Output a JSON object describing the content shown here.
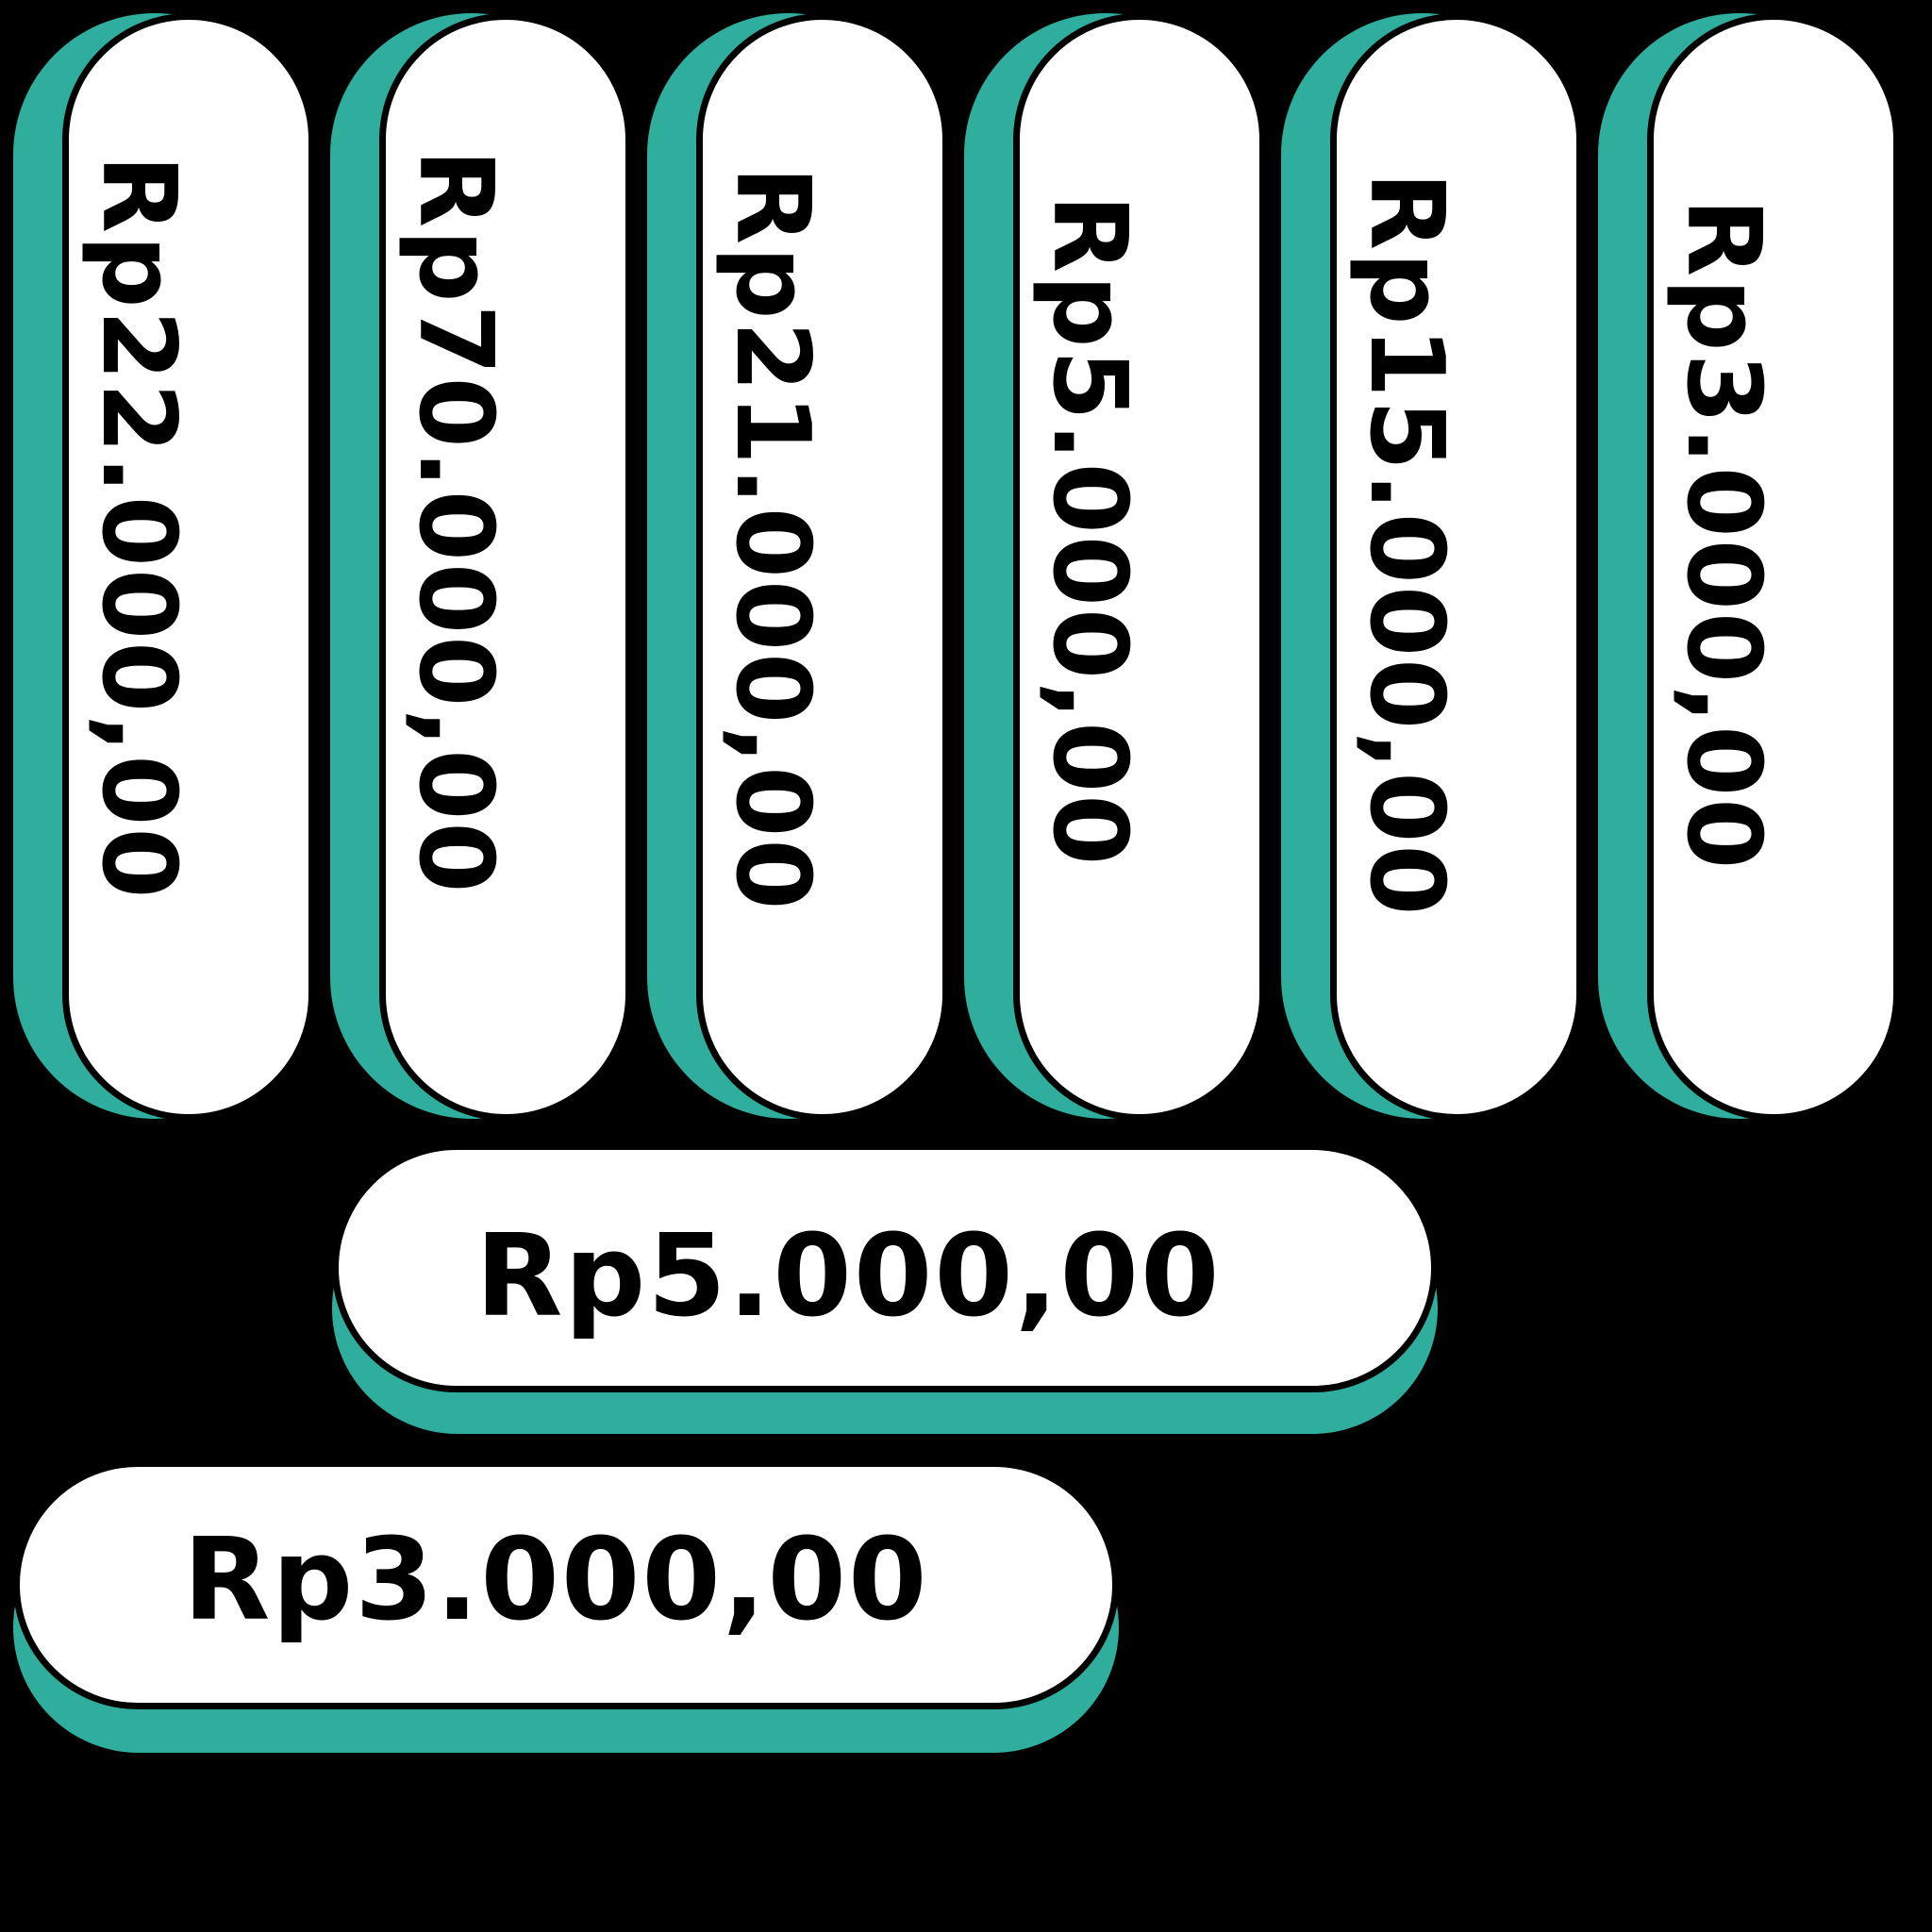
{
  "colors": {
    "background": "#000000",
    "label_fill": "#FFFFFF",
    "label_shadow": "#2FAE9E",
    "outline": "#000000"
  },
  "vertical_labels": [
    {
      "text": "Rp22.000,00"
    },
    {
      "text": "Rp70.000,00"
    },
    {
      "text": "Rp21.000,00"
    },
    {
      "text": "Rp5.000,00"
    },
    {
      "text": "Rp15.000,00"
    },
    {
      "text": "Rp3.000,00"
    }
  ],
  "horizontal_labels": [
    {
      "text": "Rp5.000,00"
    },
    {
      "text": "Rp3.000,00"
    }
  ]
}
